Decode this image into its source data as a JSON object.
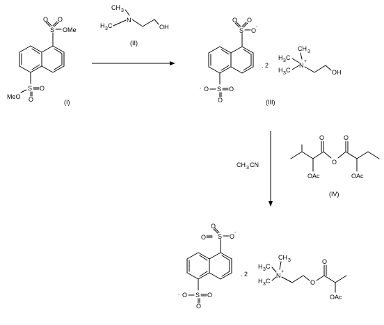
{
  "compound_I": {
    "methoxy_top": "OMe",
    "methoxy_bottom": "MeO",
    "label": "(I)"
  },
  "compound_II": {
    "label": "(II)"
  },
  "compound_III": {
    "stoich": ". 2",
    "label": "(III)"
  },
  "compound_IV": {
    "acetoxy": "OAc",
    "label": "(IV)"
  },
  "product": {
    "stoich": ". 2",
    "acetoxy": "OAc"
  },
  "atoms": {
    "S": "S",
    "O": "O",
    "N": "N",
    "OH": "OH",
    "CH": "CH",
    "H": "H",
    "C": "C",
    "charge_minus": "-",
    "charge_plus": "+",
    "sub3": "3"
  },
  "reagent": {
    "solvent_prefix": "CH",
    "solvent_sub": "3",
    "solvent_suffix": "CN"
  },
  "colors": {
    "ink": "#000000",
    "background": "#ffffff"
  }
}
